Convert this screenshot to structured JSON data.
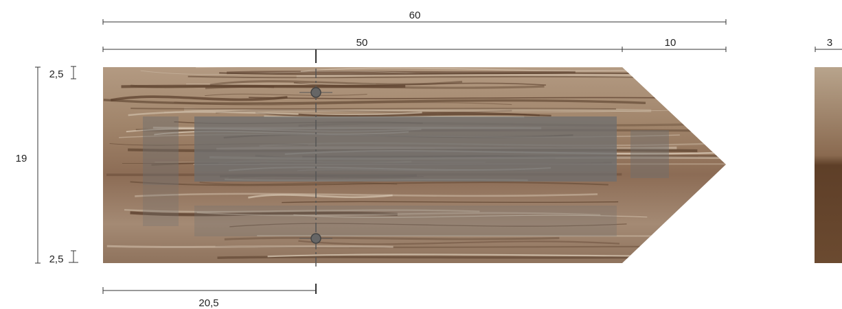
{
  "dimensions": {
    "total_length": "60",
    "body_length": "50",
    "tip_length": "10",
    "height": "19",
    "top_margin": "2,5",
    "bottom_margin": "2,5",
    "hole_offset": "20,5",
    "side_thickness": "3"
  },
  "colors": {
    "dimension_line": "#333333",
    "engraving": "#6f6f6f",
    "wood_base": "#a88c74",
    "wood_dark": "#5a3f2c",
    "wood_light": "#d8c8b4",
    "screw_hole": "#555555"
  }
}
